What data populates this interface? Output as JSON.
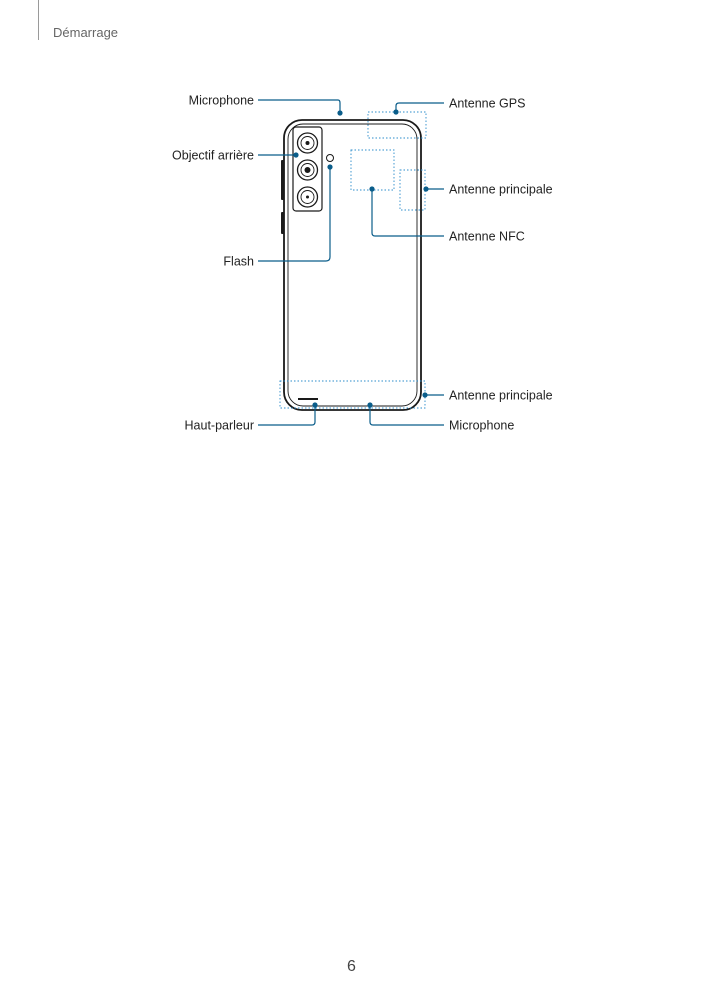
{
  "header": {
    "section_title": "Démarrage"
  },
  "labels": {
    "microphone_top": "Microphone",
    "rear_camera": "Objectif arrière",
    "flash": "Flash",
    "speaker": "Haut-parleur",
    "gps_antenna": "Antenne GPS",
    "main_antenna_side": "Antenne principale",
    "nfc_antenna": "Antenne NFC",
    "main_antenna_bottom": "Antenne principale",
    "microphone_bottom": "Microphone"
  },
  "footer": {
    "page_number": "6"
  },
  "colors": {
    "callout": "#0a5d8a",
    "zone_outline": "#2b8ccb"
  }
}
